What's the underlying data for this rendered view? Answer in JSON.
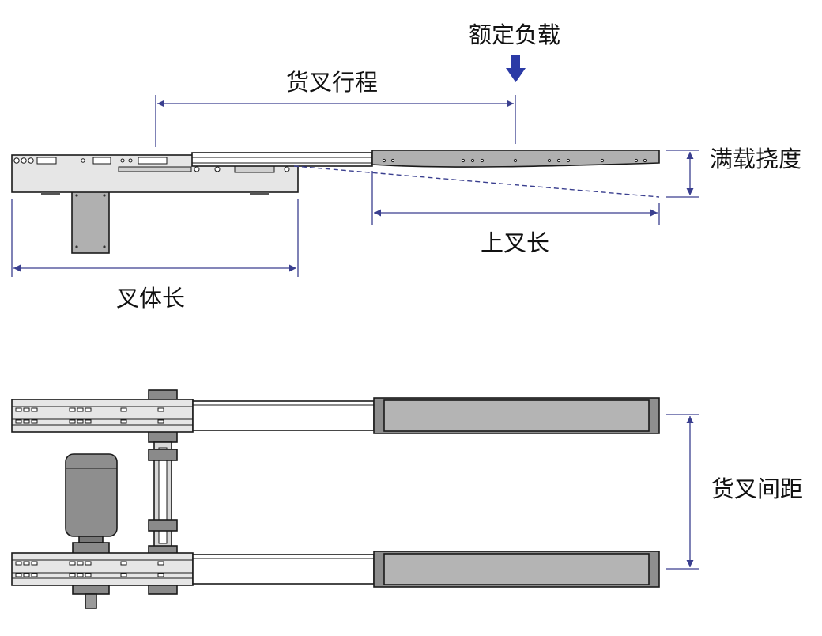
{
  "labels": {
    "rated_load": "额定负载",
    "fork_stroke": "货叉行程",
    "full_load_deflection": "满载挠度",
    "upper_fork_length": "上叉长",
    "fork_body_length": "叉体长",
    "fork_spacing": "货叉间距"
  },
  "colors": {
    "dimension_line": "#3a3f8f",
    "load_arrow": "#2b3aa6",
    "metal_light": "#e4e4e4",
    "metal_mid": "#b4b4b4",
    "metal_dark": "#8a8a8a",
    "outline": "#1a1a1a"
  }
}
